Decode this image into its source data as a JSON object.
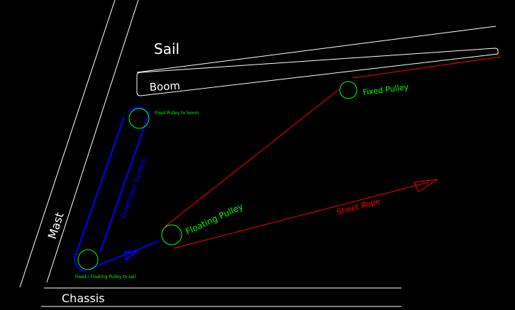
{
  "colors": {
    "background": "#000000",
    "structure": "#ffffff",
    "pulley": "#00ff00",
    "red_rope": "#ff0000",
    "blue_system": "#0000ff"
  },
  "labels": {
    "sail": "Sail",
    "boom": "Boom",
    "mast": "Mast",
    "chassis": "Chassis",
    "fixed_pulley": "Fixed Pulley",
    "floating_pulley": "Floating Pulley",
    "fixed_pulley_to_boom": "Fixed Pulley to boom",
    "fixed_floating_pulley_to_sail": "Fixed / Floating Pulley to sail",
    "sheet_rope": "Sheet Rope",
    "downhaul_system": "Downhaul System"
  }
}
